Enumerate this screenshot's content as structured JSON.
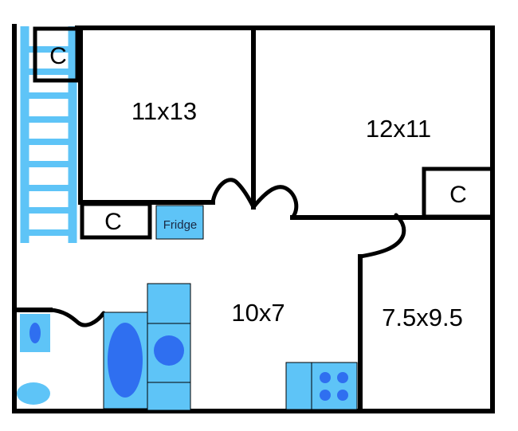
{
  "floor_plan": {
    "rooms": [
      {
        "id": "bedroom-1",
        "dimensions": "11x13"
      },
      {
        "id": "bedroom-2",
        "dimensions": "12x11"
      },
      {
        "id": "kitchen",
        "dimensions": "10x7"
      },
      {
        "id": "bedroom-3",
        "dimensions": "7.5x9.5"
      }
    ],
    "closet_label": "C",
    "fridge_label": "Fridge",
    "colors": {
      "wall": "#000000",
      "fixture_light": "#5ec4f7",
      "fixture_dark": "#2f6ff0",
      "background": "#ffffff"
    }
  }
}
